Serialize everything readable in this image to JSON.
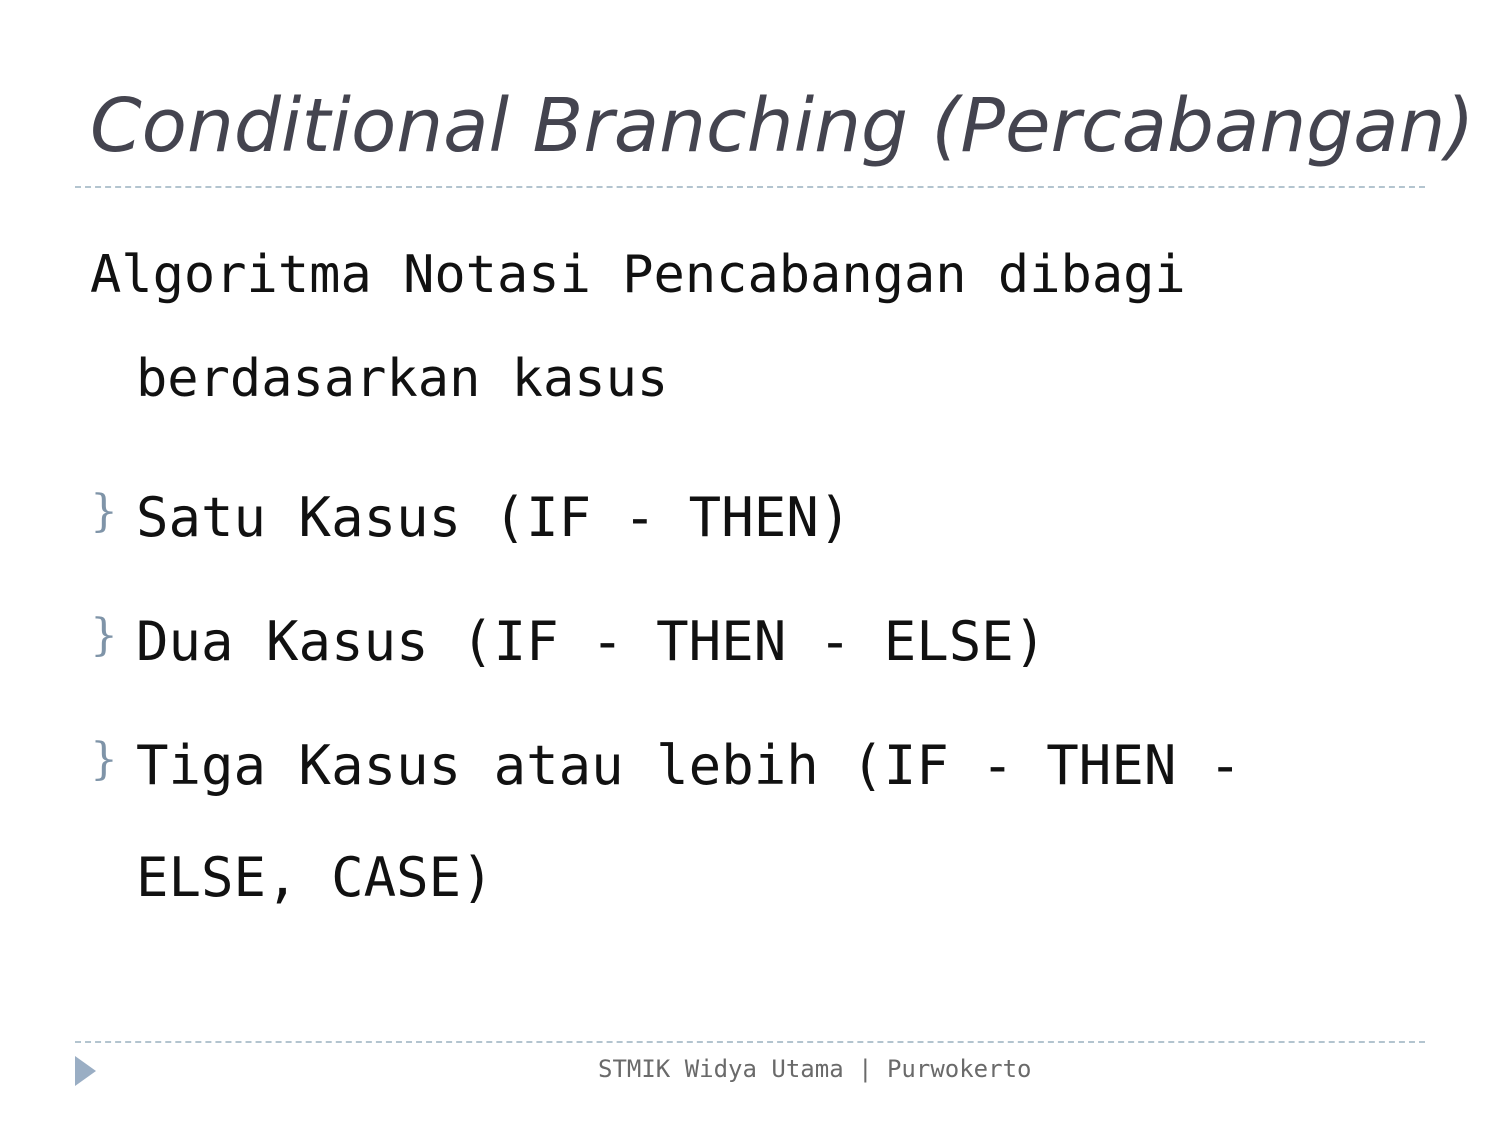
{
  "slide": {
    "title": "Conditional Branching (Percabangan)",
    "intro": {
      "line1": "Algoritma Notasi Pencabangan dibagi",
      "line2": "berdasarkan kasus"
    },
    "bullets": [
      {
        "marker": "}",
        "text": "Satu Kasus (IF - THEN)"
      },
      {
        "marker": "}",
        "text": "Dua Kasus (IF  -  THEN - ELSE)"
      },
      {
        "marker": "}",
        "text": "Tiga Kasus atau lebih (IF  -  THEN  - ELSE, CASE)"
      }
    ],
    "footer": {
      "text": "STMIK Widya Utama | Purwokerto",
      "arrow_icon": "play-triangle-icon"
    },
    "colors": {
      "title": "#44444f",
      "rule": "#b3c4cf",
      "bullet_marker": "#7f94a8",
      "footer_arrow": "#9aaec4"
    }
  }
}
